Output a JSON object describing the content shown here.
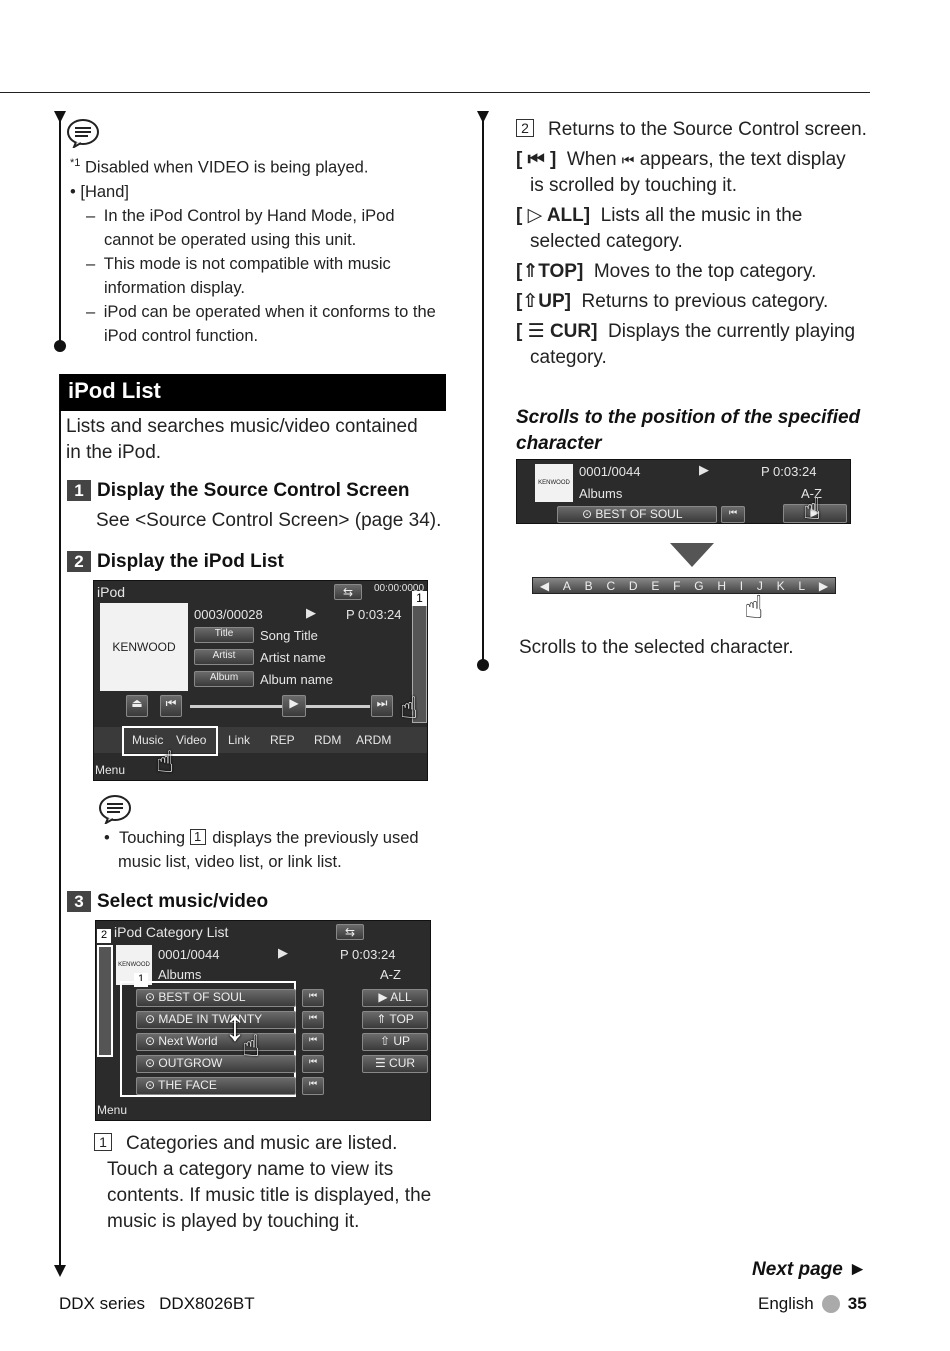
{
  "left_col": {
    "note1": {
      "footnote_mark": "*1",
      "footnote_text": "Disabled when VIDEO is being played.",
      "bullet": "[Hand]",
      "dashes": [
        [
          "In the iPod Control by Hand Mode, iPod",
          "cannot be operated using this unit."
        ],
        [
          "This mode is not compatible with music",
          "information display."
        ],
        [
          "iPod can be operated when it conforms to the",
          "iPod control function."
        ]
      ]
    },
    "section_title": "iPod List",
    "intro": [
      "Lists and searches music/video contained",
      "in the iPod."
    ],
    "steps": [
      {
        "num": "1",
        "title": "Display the Source Control Screen",
        "desc": "See <Source Control Screen> (page 34)."
      },
      {
        "num": "2",
        "title": "Display the iPod List"
      },
      {
        "num": "3",
        "title": "Select music/video"
      }
    ],
    "screen1": {
      "title": "iPod",
      "track": "0003/00028",
      "time": "P 0:03:24",
      "clock": "00:00:0000",
      "brand": "KENWOOD",
      "rows": [
        {
          "label": "Title",
          "value": "Song Title"
        },
        {
          "label": "Artist",
          "value": "Artist name"
        },
        {
          "label": "Album",
          "value": "Album name"
        }
      ],
      "bottom_buttons": [
        "Music",
        "Video",
        "Link",
        "REP",
        "RDM",
        "ARDM"
      ],
      "menu": "Menu",
      "callout": "1"
    },
    "note2": {
      "bullet_pre": "Touching",
      "box": "1",
      "bullet_post": "displays the previously used",
      "line2": "music list, video list, or link list."
    },
    "screen2": {
      "title": "iPod Category List",
      "track": "0001/0044",
      "time": "P 0:03:24",
      "category": "Albums",
      "az": "A-Z",
      "items": [
        "BEST OF SOUL",
        "MADE IN TWENTY",
        "Next World",
        "OUTGROW",
        "THE FACE"
      ],
      "side_buttons": [
        "ALL",
        "TOP",
        "UP",
        "CUR"
      ],
      "menu": "Menu",
      "callout1": "1",
      "callout2": "2"
    },
    "caption": {
      "box": "1",
      "lines": [
        "Categories and music are listed.",
        "Touch a category name to view its",
        "contents. If music title is displayed, the",
        "music is played by touching it."
      ]
    }
  },
  "right_col": {
    "line1": {
      "box": "2",
      "text": "Returns to the Source Control screen."
    },
    "scroll": {
      "label": "[ ⏮ ]",
      "pre": "When",
      "post": "appears, the text display",
      "line2": "is scrolled by touching it."
    },
    "all": {
      "label": "ALL]",
      "text": "Lists all the music in the",
      "line2": "selected category."
    },
    "top": {
      "label": "TOP]",
      "text": "Moves to the top category."
    },
    "up": {
      "label": "UP]",
      "text": "Returns to previous category."
    },
    "cur": {
      "label": "CUR]",
      "text": "Displays the currently playing",
      "line2": "category."
    },
    "heading": [
      "Scrolls to the position of the specified",
      "character"
    ],
    "screen3": {
      "track": "0001/0044",
      "time": "P 0:03:24",
      "category": "Albums",
      "az": "A-Z",
      "item": "BEST OF SOUL"
    },
    "alphabet": [
      "A",
      "B",
      "C",
      "D",
      "E",
      "F",
      "G",
      "H",
      "I",
      "J",
      "K",
      "L"
    ],
    "result": "Scrolls to the selected character."
  },
  "footer": {
    "series": "DDX series",
    "model": "DDX8026BT",
    "next": "Next page ►",
    "lang": "English",
    "page": "35"
  }
}
